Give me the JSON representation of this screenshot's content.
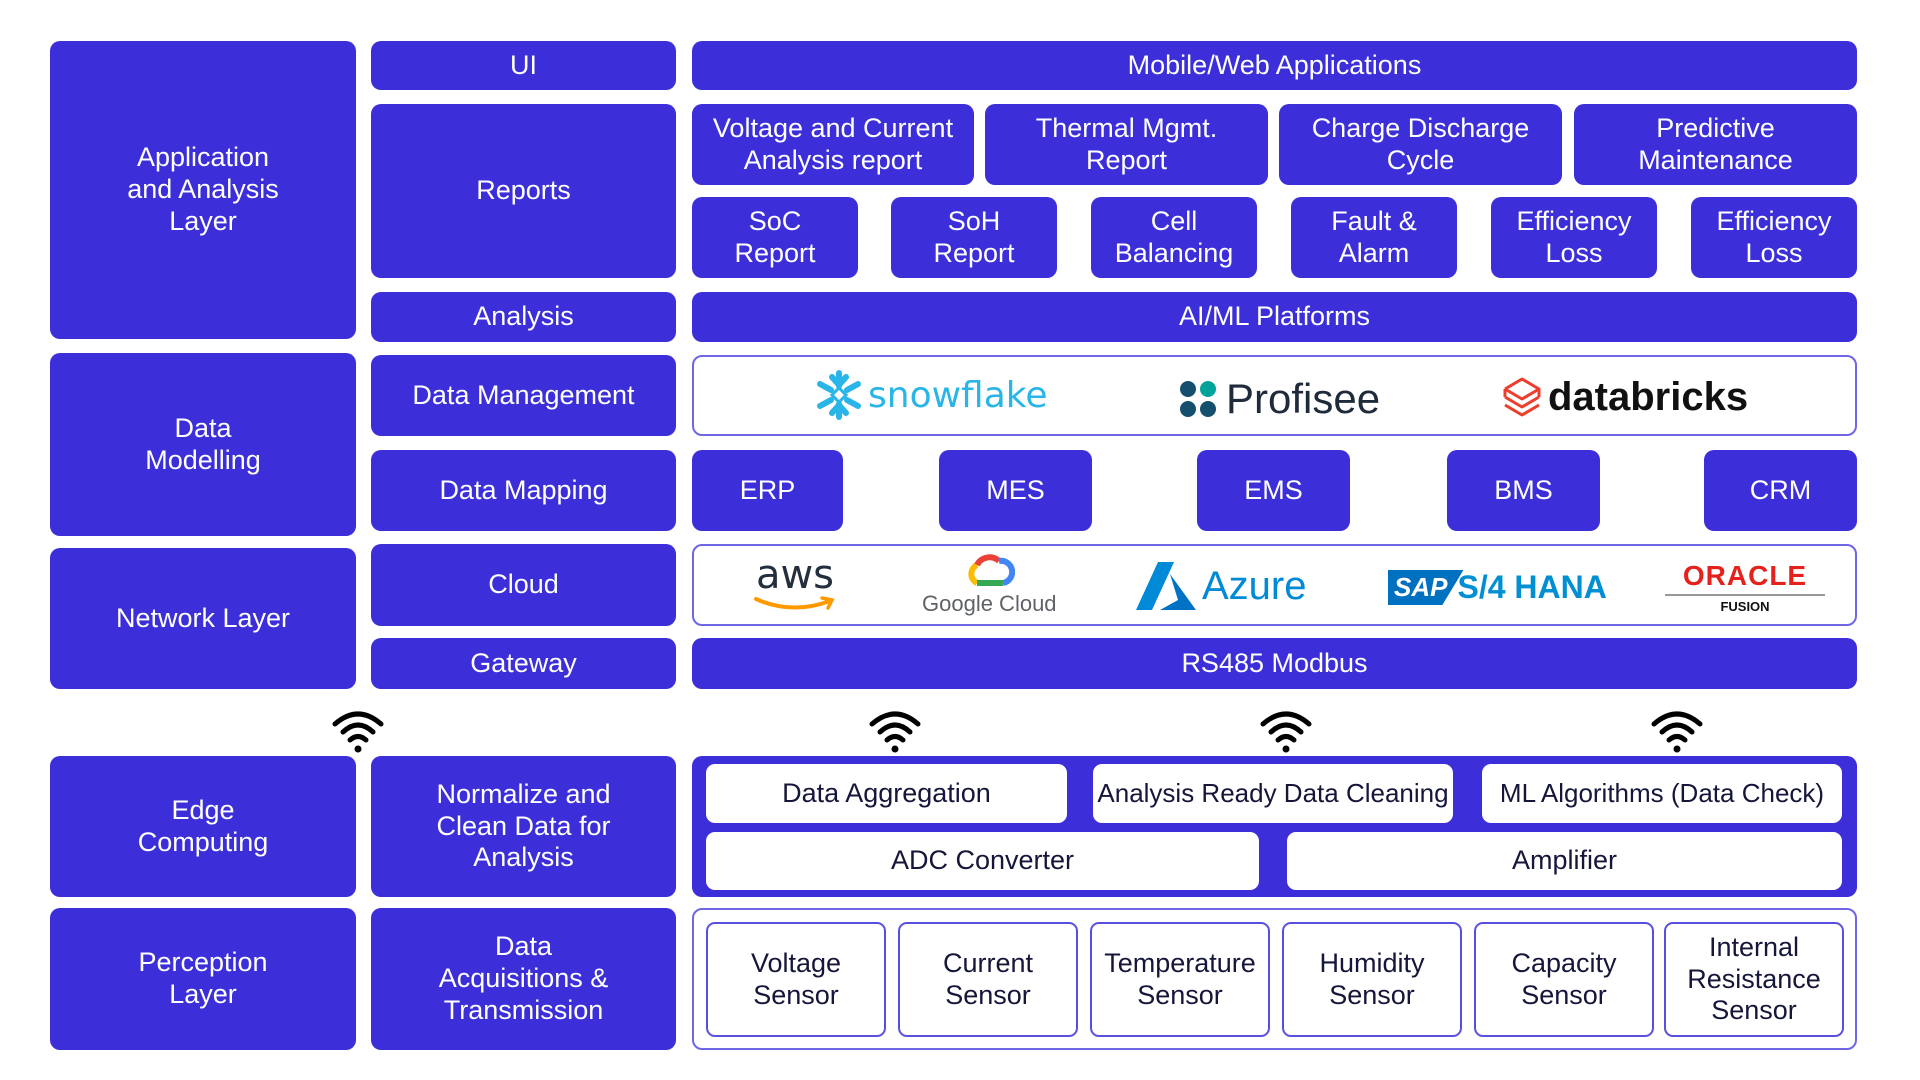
{
  "layers": {
    "application": "Application\nand Analysis\nLayer",
    "data_modelling": "Data\nModelling",
    "network": "Network Layer",
    "edge": "Edge\nComputing",
    "perception": "Perception\nLayer"
  },
  "sublayers": {
    "ui": "UI",
    "reports": "Reports",
    "analysis": "Analysis",
    "data_management": "Data Management",
    "data_mapping": "Data Mapping",
    "cloud": "Cloud",
    "gateway": "Gateway",
    "normalize": "Normalize and\nClean Data for\nAnalysis",
    "acquisition": "Data\nAcquisitions &\nTransmission"
  },
  "ui_row": {
    "label": "Mobile/Web Applications"
  },
  "reports_row1": [
    "Voltage and Current\nAnalysis report",
    "Thermal Mgmt.\nReport",
    "Charge Discharge\nCycle",
    "Predictive\nMaintenance"
  ],
  "reports_row2": [
    "SoC\nReport",
    "SoH\nReport",
    "Cell\nBalancing",
    "Fault &\nAlarm",
    "Efficiency\nLoss",
    "Efficiency\nLoss"
  ],
  "analysis_row": {
    "label": "AI/ML Platforms"
  },
  "data_management_logos": [
    {
      "name": "snowflake",
      "icon": "snowflake-icon",
      "color": "#29b5e8"
    },
    {
      "name": "Profisee",
      "icon": "profisee-dots-icon",
      "color": "#1f2a3a"
    },
    {
      "name": "databricks",
      "icon": "databricks-layers-icon",
      "color": "#111111",
      "icon_color": "#ee3d2c"
    }
  ],
  "data_mapping": [
    "ERP",
    "MES",
    "EMS",
    "BMS",
    "CRM"
  ],
  "cloud_logos": [
    {
      "name": "aws",
      "icon": "aws-smile-icon",
      "color": "#232f3e",
      "accent": "#ff9900"
    },
    {
      "name": "Google Cloud",
      "icon": "google-cloud-icon",
      "color": "#5f6368"
    },
    {
      "name": "Azure",
      "icon": "azure-icon",
      "color": "#0089d6"
    },
    {
      "name": "SAP",
      "suffix": "S/4 HANA",
      "icon": "sap-icon",
      "color": "#008fd3"
    },
    {
      "name": "ORACLE",
      "sub": "FUSION",
      "icon": "oracle-icon",
      "color": "#e4211b"
    }
  ],
  "gateway_row": {
    "label": "RS485 Modbus"
  },
  "wireless_icon": "wifi-icon",
  "edge_row1": [
    "Data Aggregation",
    "Analysis Ready Data Cleaning",
    "ML Algorithms (Data Check)"
  ],
  "edge_row2": [
    "ADC Converter",
    "Amplifier"
  ],
  "sensors": [
    "Voltage\nSensor",
    "Current\nSensor",
    "Temperature\nSensor",
    "Humidity\nSensor",
    "Capacity\nSensor",
    "Internal\nResistance\nSensor"
  ],
  "colors": {
    "primary": "#3c2fd9",
    "text_dark": "#15163a",
    "outline": "#6f66e6"
  }
}
